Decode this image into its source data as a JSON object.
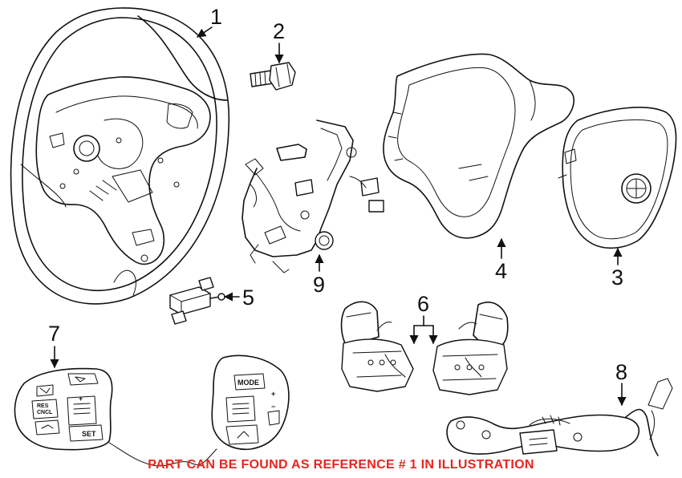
{
  "callouts": {
    "c1": "1",
    "c2": "2",
    "c3": "3",
    "c4": "4",
    "c5": "5",
    "c6": "6",
    "c7": "7",
    "c8": "8",
    "c9": "9"
  },
  "buttons": {
    "mode": "MODE",
    "res_cncl_1": "RES",
    "res_cncl_2": "CNCL",
    "set": "SET",
    "plus": "+",
    "minus": "−"
  },
  "caption": "PART CAN BE FOUND AS REFERENCE # 1 IN ILLUSTRATION",
  "colors": {
    "line": "#111111",
    "caption": "#e8251f",
    "background": "#ffffff"
  }
}
